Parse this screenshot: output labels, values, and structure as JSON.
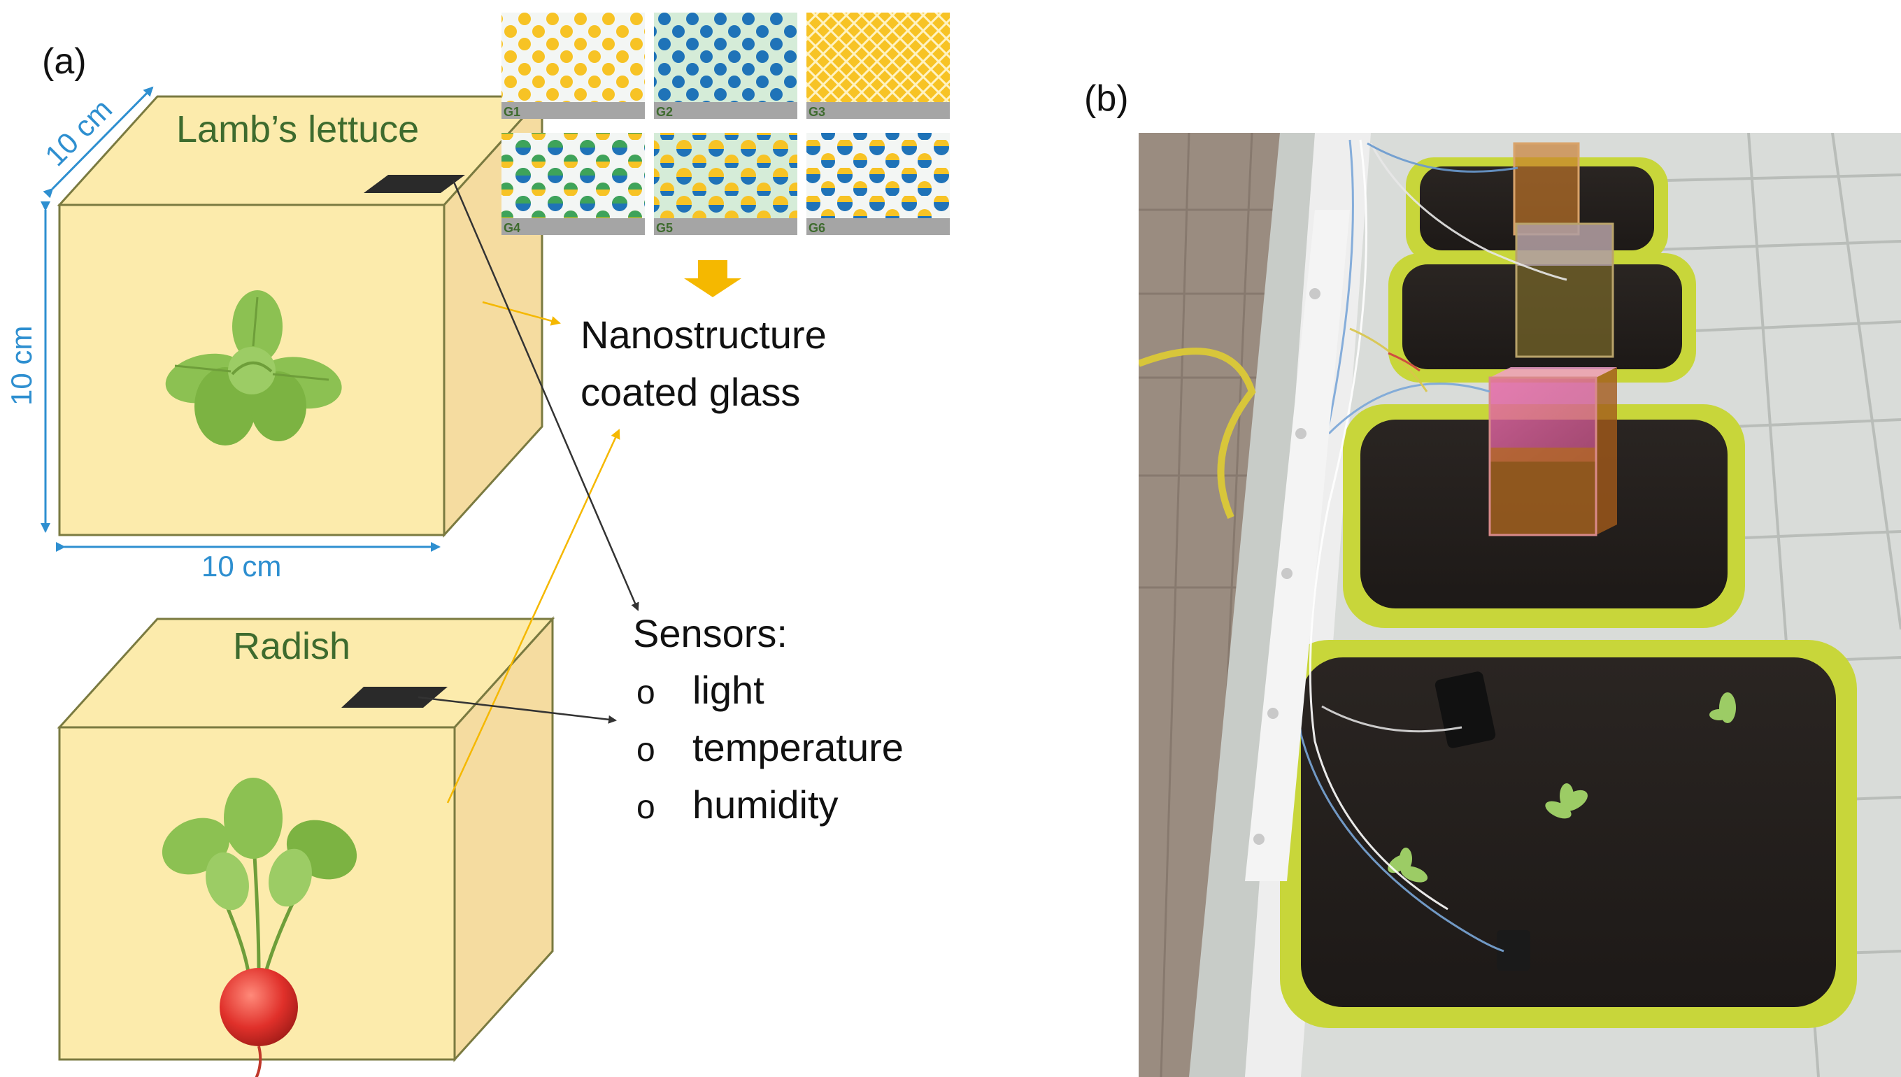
{
  "panel_a": {
    "label": "(a)",
    "box_top": {
      "title": "Lamb’s lettuce",
      "dim_depth": "10 cm",
      "dim_height": "10 cm",
      "dim_width": "10 cm",
      "plant_icon": "lettuce-icon"
    },
    "box_bottom": {
      "title": "Radish",
      "plant_icon": "radish-icon"
    },
    "samples": [
      {
        "label": "G1"
      },
      {
        "label": "G2"
      },
      {
        "label": "G3"
      },
      {
        "label": "G4"
      },
      {
        "label": "G5"
      },
      {
        "label": "G6"
      }
    ],
    "glass_line1": "Nanostructure",
    "glass_line2": "coated glass",
    "sensors": {
      "heading": "Sensors:",
      "bullet": "o",
      "items": [
        "light",
        "temperature",
        "humidity"
      ]
    },
    "colors": {
      "box_front": "#fcebac",
      "box_side": "#f5dca0",
      "text_green": "#3e6b2e",
      "dim_blue": "#2e8fd0",
      "arrow_yellow": "#f5b800",
      "dot_yellow": "#f7c325",
      "dot_blue": "#1f73b8"
    }
  },
  "panel_b": {
    "label": "(b)"
  }
}
